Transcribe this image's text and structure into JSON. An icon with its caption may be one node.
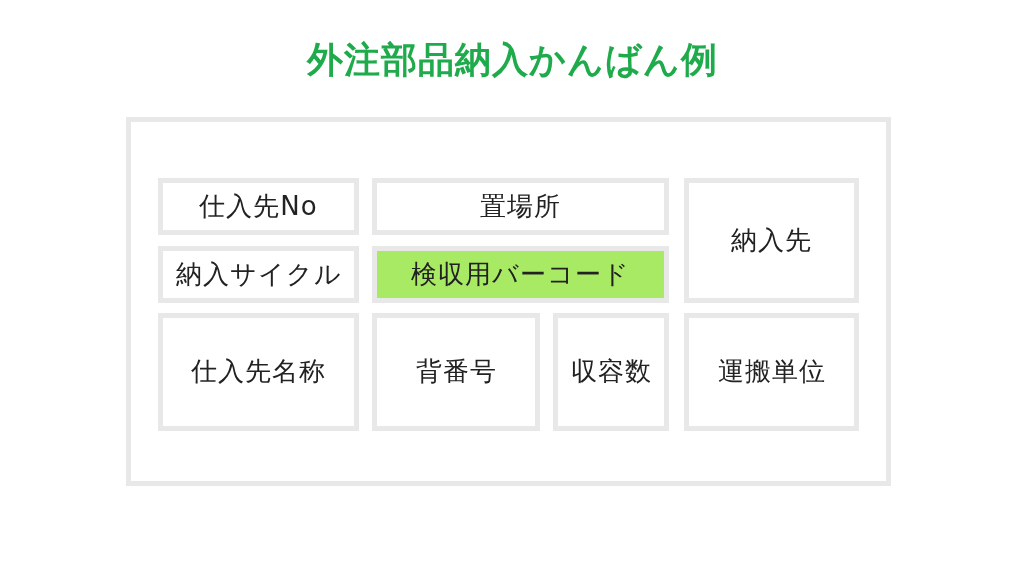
{
  "diagram": {
    "title": "外注部品納入かんばん例",
    "nodes": [
      {
        "text": [],
        "shape": "box"
      },
      {
        "text": [
          "仕入先No"
        ],
        "in": 0
      },
      {
        "text": [
          "置場所"
        ],
        "in": 0
      },
      {
        "text": [
          "納入先"
        ],
        "in": 0
      },
      {
        "text": [
          "納入サイクル"
        ],
        "in": 0
      },
      {
        "text": [
          "検収用バーコード"
        ],
        "in": 0
      },
      {
        "text": [
          "仕入先名称"
        ],
        "in": 0
      },
      {
        "text": [
          "背番号"
        ],
        "in": 0
      },
      {
        "text": [
          "収容数"
        ],
        "in": 0
      },
      {
        "text": [
          "運搬単位"
        ],
        "in": 0
      }
    ]
  }
}
